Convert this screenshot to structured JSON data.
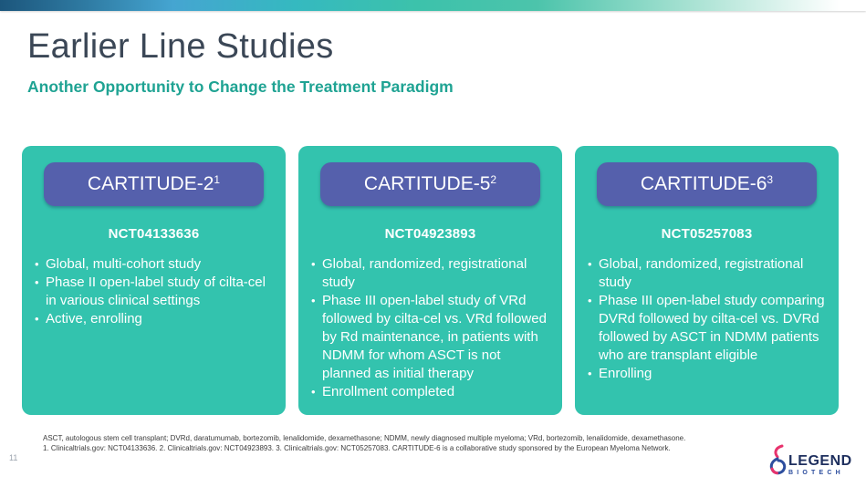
{
  "slide": {
    "page_number": "11",
    "title": "Earlier Line Studies",
    "subtitle": "Another Opportunity to Change the Treatment Paradigm"
  },
  "cards": [
    {
      "title": "CARTITUDE-2",
      "sup": "1",
      "nct": "NCT04133636",
      "bullets": [
        "Global, multi-cohort study",
        "Phase II open-label study of cilta-cel in various clinical settings",
        "Active, enrolling"
      ]
    },
    {
      "title": "CARTITUDE-5",
      "sup": "2",
      "nct": "NCT04923893",
      "bullets": [
        "Global, randomized, registrational study",
        "Phase III open-label study of VRd followed by cilta-cel vs. VRd followed by Rd maintenance, in patients with NDMM for whom ASCT is not planned as initial therapy",
        "Enrollment completed"
      ]
    },
    {
      "title": "CARTITUDE-6",
      "sup": "3",
      "nct": "NCT05257083",
      "bullets": [
        "Global, randomized, registrational study",
        "Phase III open-label study comparing DVRd followed by cilta-cel vs. DVRd followed by ASCT in NDMM patients who are transplant eligible",
        "Enrolling"
      ]
    }
  ],
  "footnotes": {
    "line1": "ASCT, autologous stem cell transplant; DVRd, daratumumab, bortezomib, lenalidomide, dexamethasone; NDMM, newly diagnosed multiple myeloma; VRd, bortezomib, lenalidomide, dexamethasone.",
    "line2": "1. Clinicaltrials.gov: NCT04133636.  2. Clinicaltrials.gov: NCT04923893. 3. Clinicaltrials.gov: NCT05257083. CARTITUDE-6 is a collaborative study sponsored by the European Myeloma Network."
  },
  "logo": {
    "name": "LEGEND",
    "sub": "BIOTECH"
  },
  "colors": {
    "card_teal": "#33c3ae",
    "pill_indigo": "#5560ac",
    "subtitle_teal": "#1fa393",
    "title_slate": "#3b4756",
    "logo_navy": "#1e2f5e",
    "logo_blue": "#2d4e9e",
    "logo_pink": "#e8336d"
  }
}
